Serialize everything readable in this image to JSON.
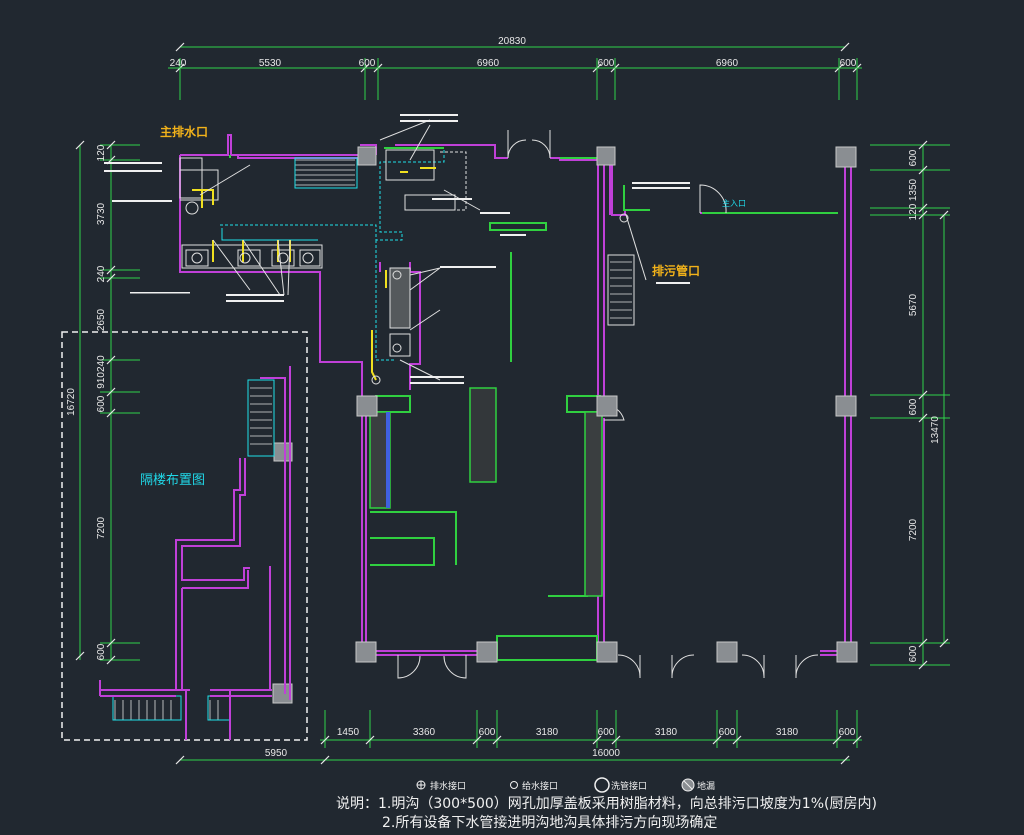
{
  "dims_top": {
    "total": "20830",
    "segments": [
      "240",
      "5530",
      "600",
      "6960",
      "600",
      "6960",
      "600"
    ]
  },
  "dims_bottom": {
    "total_right": "16000",
    "total_left": "5950",
    "segments": [
      "1450",
      "3360",
      "600",
      "3180",
      "600",
      "3180",
      "600",
      "3180",
      "600"
    ]
  },
  "dims_left": {
    "total": "16720",
    "segments": [
      "120",
      "3730",
      "240",
      "2650",
      "910240",
      "600",
      "7200",
      "600"
    ]
  },
  "dims_right": {
    "total": "13470",
    "segments": [
      "600",
      "1350",
      "120",
      "5670",
      "600",
      "7200",
      "600"
    ]
  },
  "labels": {
    "main_drain": "主排水口",
    "sewage_pipe": "排污管口",
    "mezzanine": "隔楼布置图",
    "entrance": "主入口"
  },
  "legend": [
    {
      "icon": "drain-outlet-icon",
      "label": "排水接口"
    },
    {
      "icon": "water-supply-icon",
      "label": "给水接口"
    },
    {
      "icon": "wash-outlet-icon",
      "label": "洗管接口"
    },
    {
      "icon": "floor-drain-icon",
      "label": "地漏"
    }
  ],
  "notes": {
    "line1": "说明：1.明沟（300*500）网孔加厚盖板采用树脂材料，向总排污口坡度为1%(厨房内)",
    "line2": "2.所有设备下水管接进明沟地沟具体排污方向现场确定"
  },
  "colors": {
    "background": "#212830",
    "wall": "#c040d8",
    "dimension": "#2fd24a",
    "pipe_cyan": "#20e0e8",
    "pipe_yellow": "#f0e020",
    "label_orange": "#f2b21a"
  }
}
